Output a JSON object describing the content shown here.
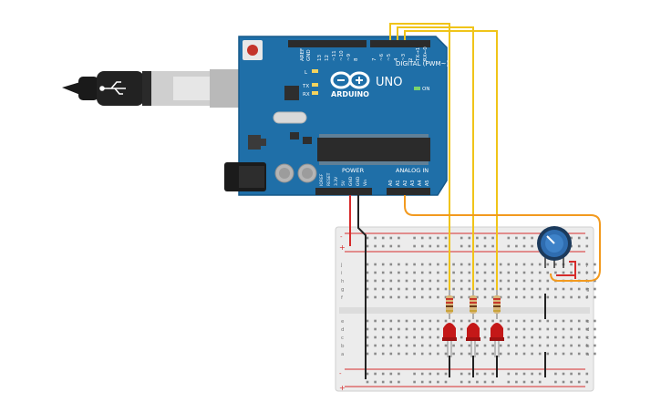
{
  "board": {
    "brand": "ARDUINO",
    "model": "UNO",
    "digital_header_label": "DIGITAL (PWM~)",
    "power_label": "POWER",
    "analog_label": "ANALOG IN",
    "on_label": "ON",
    "led_labels": [
      "L",
      "TX",
      "RX"
    ],
    "aref_gnd": [
      "AREF",
      "GND"
    ],
    "digital_pins": [
      "13",
      "12",
      "~11",
      "~10",
      "~9",
      "8",
      "7",
      "~6",
      "~5",
      "4",
      "~3",
      "2",
      "TX→1",
      "RX←0"
    ],
    "power_pins": [
      "IOREF",
      "RESET",
      "3.3V",
      "5V",
      "GND",
      "GND",
      "Vin"
    ],
    "analog_pins": [
      "A0",
      "A1",
      "A2",
      "A3",
      "A4",
      "A5"
    ]
  },
  "breadboard": {
    "rail_plus": "+",
    "rail_minus": "-",
    "row_letters_top": [
      "j",
      "i",
      "h",
      "g",
      "f"
    ],
    "row_letters_bottom": [
      "e",
      "d",
      "c",
      "b",
      "a"
    ],
    "columns": 30
  },
  "colors": {
    "board": "#1f6fa8",
    "wire_signal": "#f0c419",
    "wire_analog": "#f29a1f",
    "wire_power": "#d62b2b",
    "wire_ground": "#222222",
    "led": "#c41818",
    "breadboard": "#ececec"
  }
}
